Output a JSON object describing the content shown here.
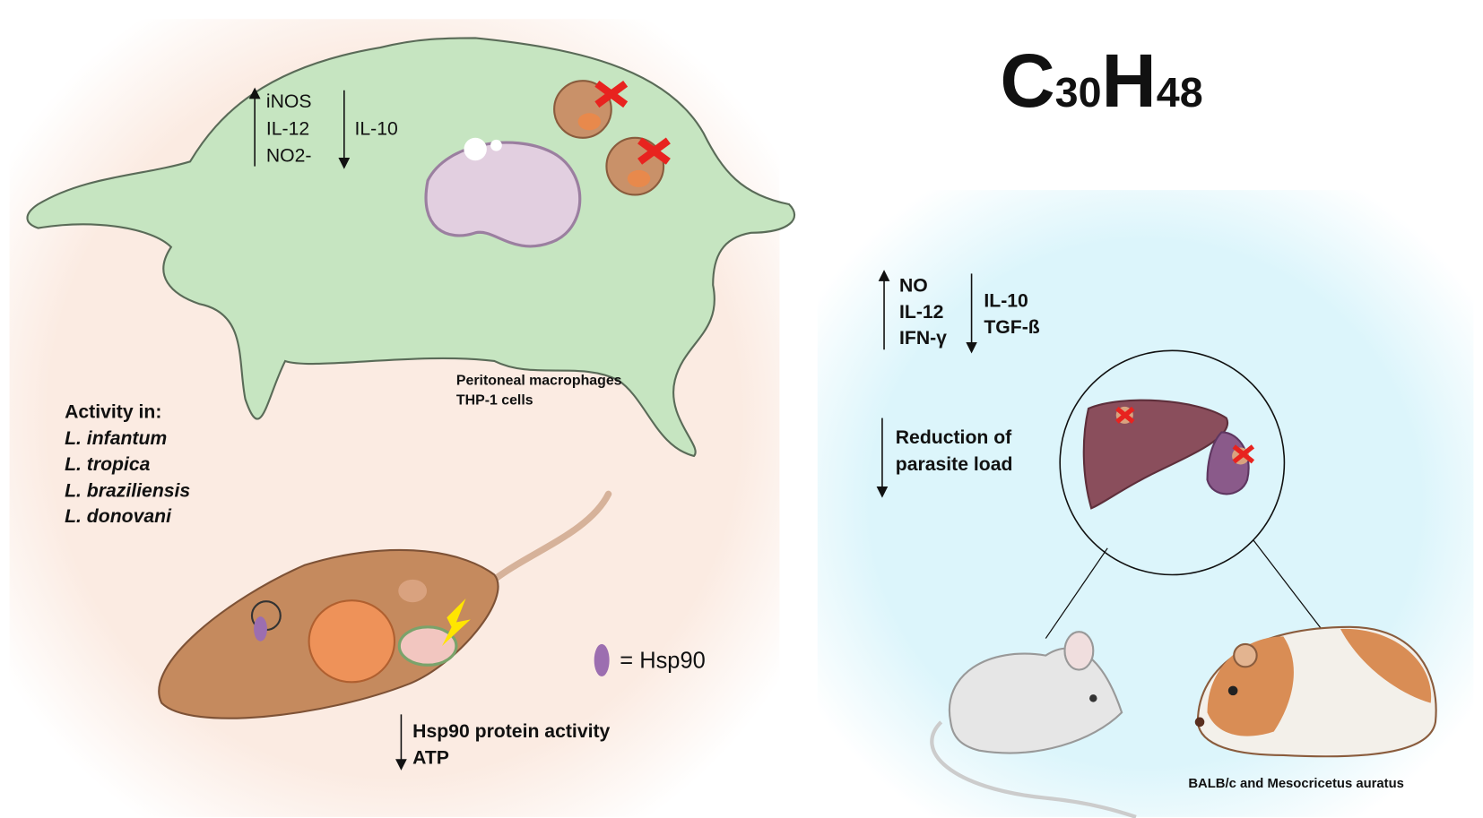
{
  "formula": {
    "c": "C",
    "c_sub": "30",
    "h": "H",
    "h_sub": "48"
  },
  "macrophage": {
    "up_list": [
      "iNOS",
      "IL-12",
      "NO2-"
    ],
    "down_list": [
      "IL-10"
    ],
    "label_lines": [
      "Peritoneal macrophages",
      "THP-1 cells"
    ]
  },
  "activity": {
    "heading": "Activity in:",
    "species": [
      "L. infantum",
      "L. tropica",
      "L. braziliensis",
      "L. donovani"
    ]
  },
  "parasite": {
    "legend": "= Hsp90",
    "down_list": [
      "Hsp90 protein activity",
      "ATP"
    ]
  },
  "in_vivo": {
    "up_list": [
      "NO",
      "IL-12",
      "IFN-γ"
    ],
    "down_list": [
      "IL-10",
      "TGF-ß"
    ],
    "reduction_lines": [
      "Reduction of",
      "parasite load"
    ],
    "models_label": "BALB/c and Mesocricetus auratus"
  },
  "colors": {
    "left_bg": "#fbeee6",
    "right_bg": "#dff6fb",
    "macrophage": "#c8e6c4",
    "parasite": "#c58a5e",
    "x_mark": "#e8231f"
  }
}
